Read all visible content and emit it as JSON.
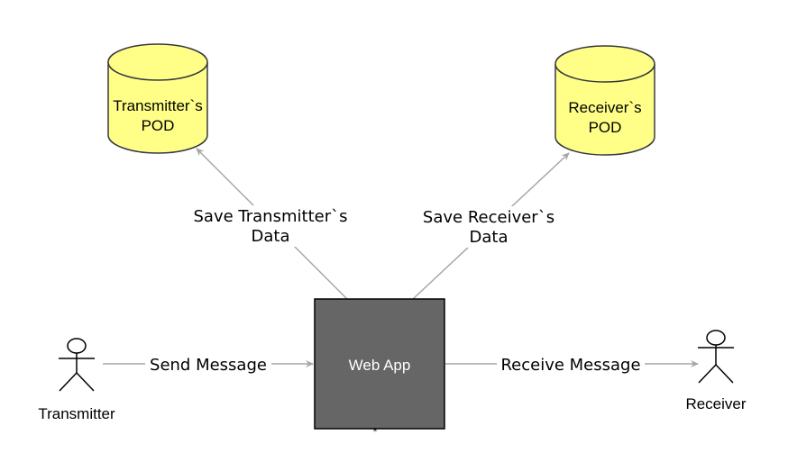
{
  "colors": {
    "cylinder_fill": "#ffff88",
    "cylinder_stroke": "#36393d",
    "webapp_fill": "#666666",
    "arrow": "#a6a6a6"
  },
  "nodes": {
    "transmitter_pod": {
      "line1": "Transmitter`s",
      "line2": "POD"
    },
    "receiver_pod": {
      "line1": "Receiver`s",
      "line2": "POD"
    },
    "web_app": {
      "label": "Web App"
    },
    "transmitter": {
      "label": "Transmitter"
    },
    "receiver": {
      "label": "Receiver"
    }
  },
  "edges": {
    "save_transmitter": {
      "line1": "Save Transmitter`s",
      "line2": "Data"
    },
    "save_receiver": {
      "line1": "Save Receiver`s",
      "line2": "Data"
    },
    "send_message": {
      "label": "Send Message"
    },
    "receive_message": {
      "label": "Receive Message"
    }
  }
}
